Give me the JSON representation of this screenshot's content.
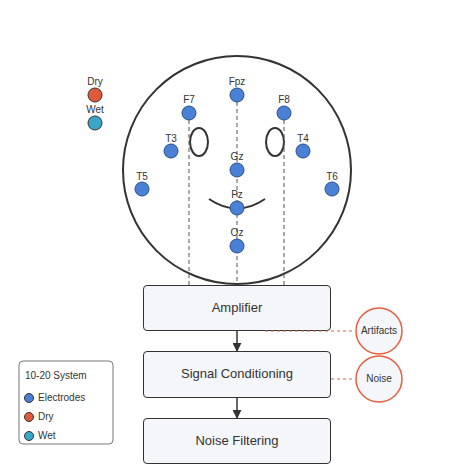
{
  "diagram": {
    "nodes": [
      {
        "text": [
          "Amplifier"
        ]
      },
      {
        "text": [
          "Artifacts"
        ]
      },
      {
        "text": [
          "Signal Conditioning"
        ]
      },
      {
        "text": [
          "Noise"
        ]
      },
      {
        "text": [
          "Noise Filtering"
        ]
      }
    ],
    "edges": [
      {
        "from": 0,
        "to": 2,
        "arrow": "to"
      },
      {
        "from": 2,
        "to": 4,
        "arrow": "to"
      },
      {
        "from": 0,
        "to": 1,
        "arrow": "none"
      },
      {
        "from": 2,
        "to": 3,
        "arrow": "none"
      }
    ],
    "labels": [
      "Dry",
      "Wet",
      "Fpz",
      "F7",
      "F8",
      "T3",
      "T4",
      "Gz",
      "T5",
      "T6",
      "Pz",
      "Oz",
      "10-20 System"
    ],
    "legend": [
      {
        "text": "Electrodes",
        "color": "#4a80d6"
      },
      {
        "text": "Dry",
        "color": "#e05a3a"
      },
      {
        "text": "Wet",
        "color": "#3aa6c8"
      }
    ]
  }
}
